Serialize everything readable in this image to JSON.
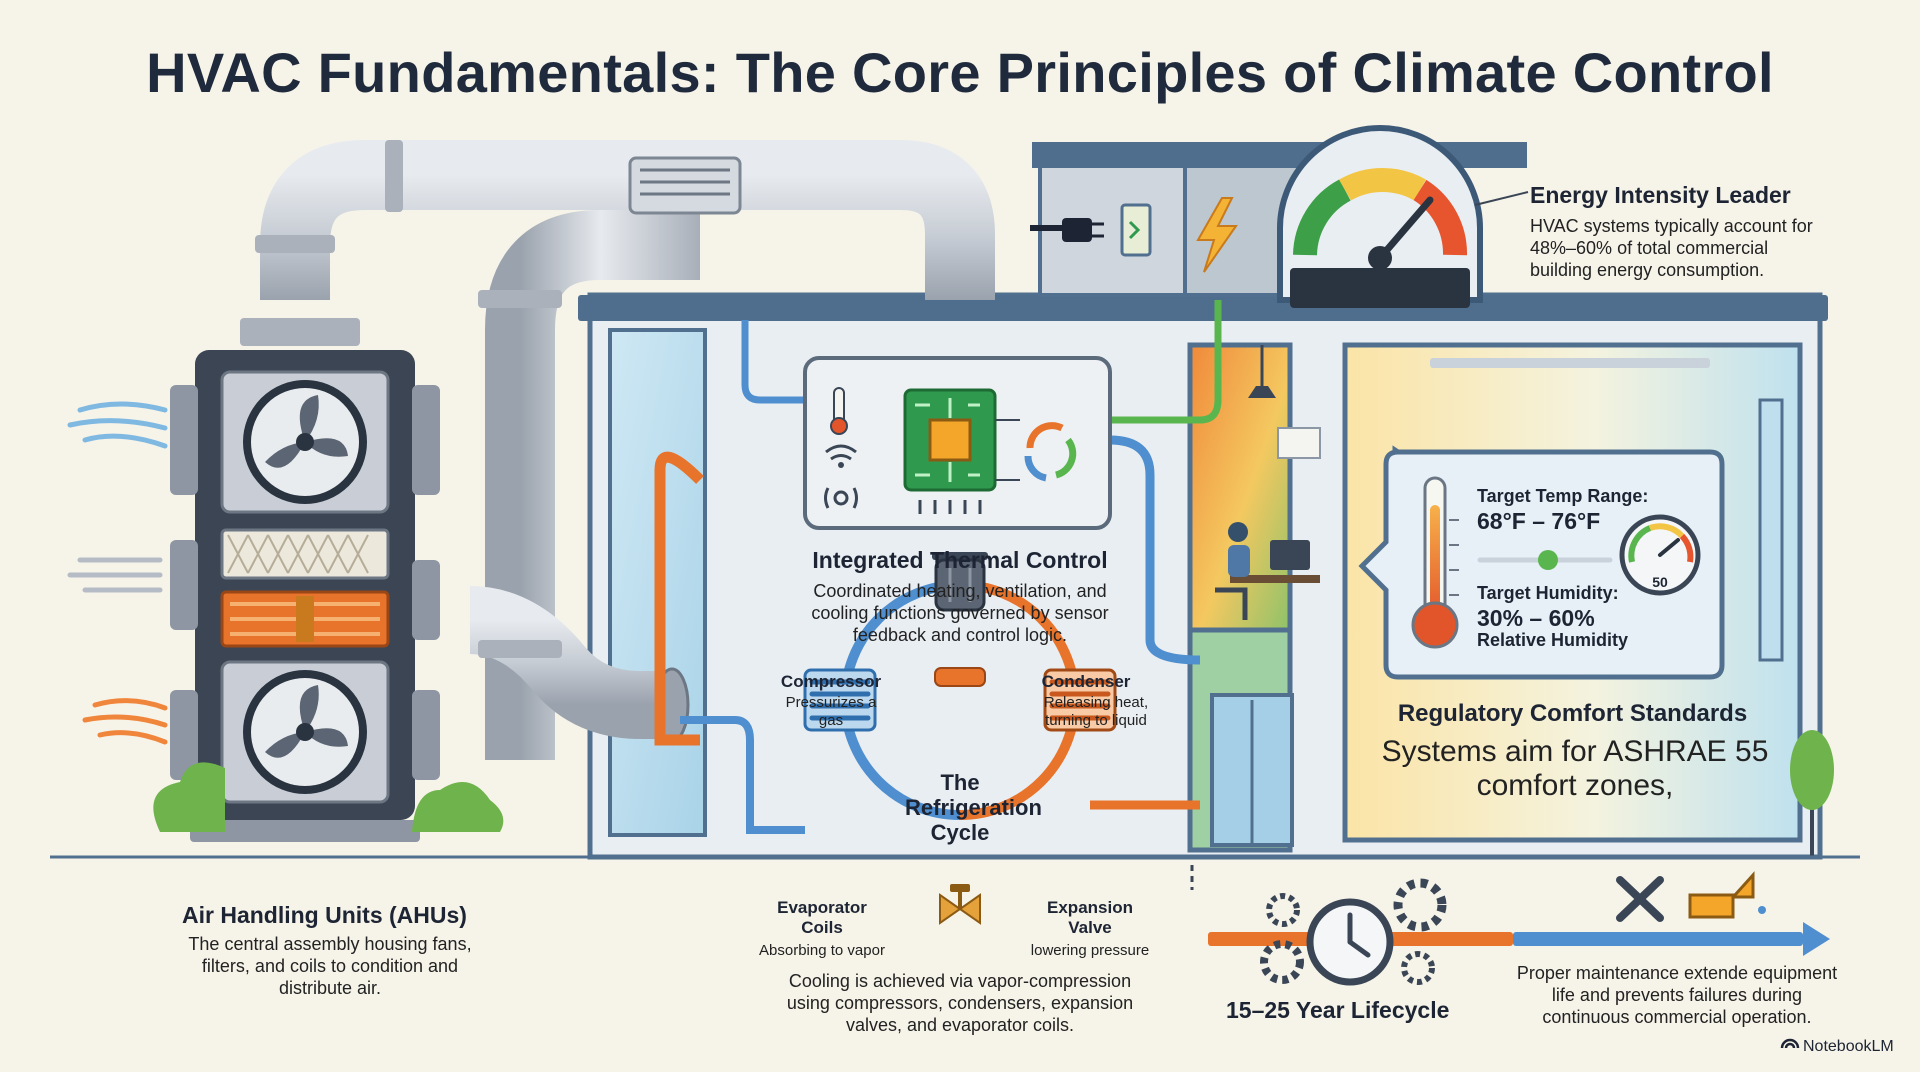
{
  "title": "HVAC Fundamentals: The Core Principles of Climate Control",
  "ahu": {
    "heading": "Air Handling Units (AHUs)",
    "body": "The central assembly housing fans, filters, and coils to condition and distribute air."
  },
  "thermal_control": {
    "heading": "Integrated Thermal Control",
    "body": "Coordinated heating, ventilation, and cooling functions governed by sensor feedback and control logic."
  },
  "energy": {
    "heading": "Energy Intensity Leader",
    "body": "HVAC systems typically account for 48%–60% of total commercial building energy consumption."
  },
  "comfort_card": {
    "temp_label": "Target Temp Range:",
    "temp_value": "68°F – 76°F",
    "humidity_label": "Target Humidity:",
    "humidity_value": "30% – 60%",
    "humidity_unit": "Relative Humidity",
    "gauge_value": "50"
  },
  "regulatory": {
    "heading": "Regulatory Comfort Standards",
    "body": "Systems aim for ASHRAE 55 comfort zones,"
  },
  "refrigeration": {
    "center_label": "The Refrigeration Cycle",
    "compressor": {
      "name": "Compressor",
      "desc": "Pressurizes a gas"
    },
    "condenser": {
      "name": "Condenser",
      "desc": "Releasing heat, turning to liquid"
    },
    "evaporator": {
      "name": "Evaporator Coils",
      "desc": "Absorbing to vapor"
    },
    "expansion": {
      "name": "Expansion Valve",
      "desc": "lowering pressure"
    },
    "caption": "Cooling is achieved via vapor-compression using compressors, condensers, expansion valves, and evaporator coils."
  },
  "lifecycle": {
    "label": "15–25 Year Lifecycle"
  },
  "maintenance": {
    "body": "Proper maintenance extende equipment life and prevents failures during continuous commercial operation."
  },
  "brand": {
    "label": "NotebookLM"
  },
  "colors": {
    "background": "#f6f3e9",
    "duct": "#c9ced6",
    "hot_pipe": "#e8732b",
    "cold_pipe": "#4f8fcf",
    "board": "#2f9a4e",
    "building_frame": "#51708f"
  }
}
